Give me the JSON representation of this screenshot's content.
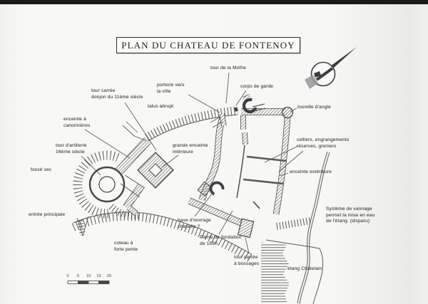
{
  "title": "PLAN DU CHATEAU DE FONTENOY",
  "labels": {
    "tour_mothe": "tour de la Mothe",
    "porterie": "porterie vers\nla ville",
    "corps_garde": "corps de garde",
    "donjon": "tour carrée\ndonjon du 11ème siècle",
    "talus": "talus abrupt",
    "tourelle": "tourelle d'angle",
    "canonnieres": "enceinte à\ncanonnières",
    "celliers": "celliers, engrangements\nréserves, greniers",
    "artillerie": "tour d'artillerie\n16ème siècle",
    "grande_enceinte": "grande enceinte\nintérieure",
    "enceinte_ext": "enceinte extérieure",
    "fosse": "fossé sec",
    "entree": "entrée principale",
    "chapelle": "base d'ouvrage\nchapelle ?",
    "pierre": "Pierre de fondation\nde 1590",
    "vannage": "Système de vannage\npermet la mise en eau\nde l'étang. (disparu)",
    "coteau": "coteau à\nforte pente",
    "bossages": "tour carrée\nà bossages",
    "etang": "étang Châtelain"
  },
  "scale": {
    "ticks": [
      "0",
      "5",
      "10",
      "15",
      "20"
    ]
  },
  "icons": {
    "compass": "north-arrow-icon"
  },
  "colors": {
    "ink": "#3e3e3e",
    "paper": "#f7f7f5",
    "topbar": "#1a1a18",
    "compass_tail": "#999999"
  }
}
